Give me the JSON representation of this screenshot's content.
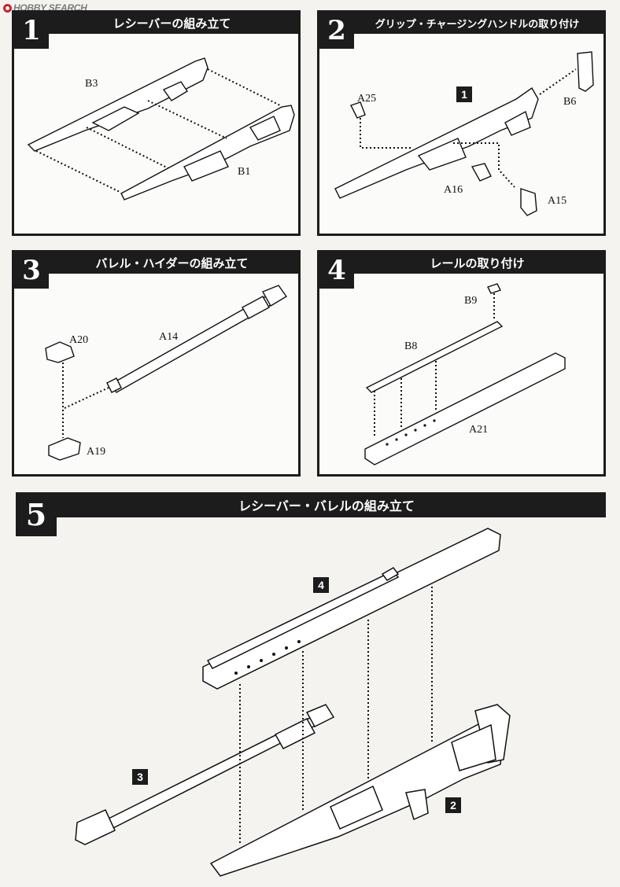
{
  "watermark": {
    "text": "HOBBY SEARCH"
  },
  "steps": [
    {
      "number": "1",
      "title": "レシーバーの組み立て",
      "labels": [
        "B3",
        "B1"
      ]
    },
    {
      "number": "2",
      "title": "グリップ・チャージングハンドルの取り付け",
      "labels": [
        "A25",
        "B6",
        "A16",
        "A15"
      ],
      "ref": "1"
    },
    {
      "number": "3",
      "title": "バレル・ハイダーの組み立て",
      "labels": [
        "A20",
        "A14",
        "A19"
      ]
    },
    {
      "number": "4",
      "title": "レールの取り付け",
      "labels": [
        "B9",
        "B8",
        "A21"
      ]
    },
    {
      "number": "5",
      "title": "レシーバー・バレルの組み立て",
      "refs": [
        "4",
        "3",
        "2"
      ]
    }
  ],
  "colors": {
    "ink": "#1c1c1c",
    "paper": "#fbfbf9"
  }
}
